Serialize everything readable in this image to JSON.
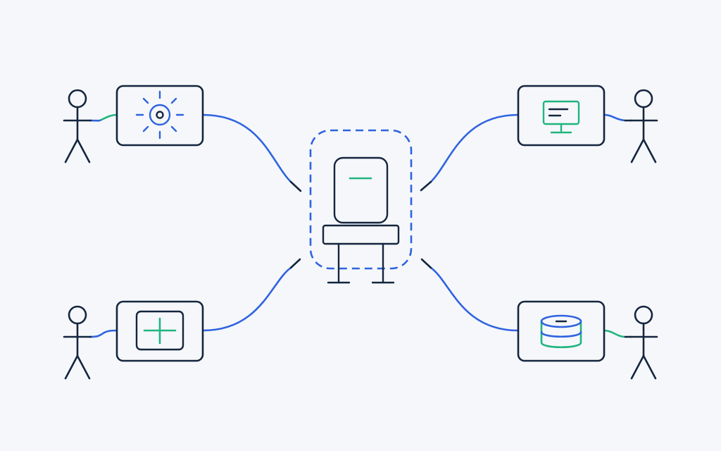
{
  "diagram": {
    "background": "#f5f7fa",
    "colors": {
      "navy": "#15253f",
      "blue": "#2f63e0",
      "green": "#1fb57e"
    },
    "nodes": [
      {
        "id": "node-sun",
        "icon": "sun-icon"
      },
      {
        "id": "node-plus",
        "icon": "plus-icon"
      },
      {
        "id": "node-monitor",
        "icon": "monitor-icon"
      },
      {
        "id": "node-database",
        "icon": "database-icon"
      }
    ],
    "center": {
      "id": "chair-hub",
      "icon": "chair-icon"
    },
    "actors": [
      {
        "id": "actor-top-left"
      },
      {
        "id": "actor-bottom-left"
      },
      {
        "id": "actor-top-right"
      },
      {
        "id": "actor-bottom-right"
      }
    ]
  }
}
